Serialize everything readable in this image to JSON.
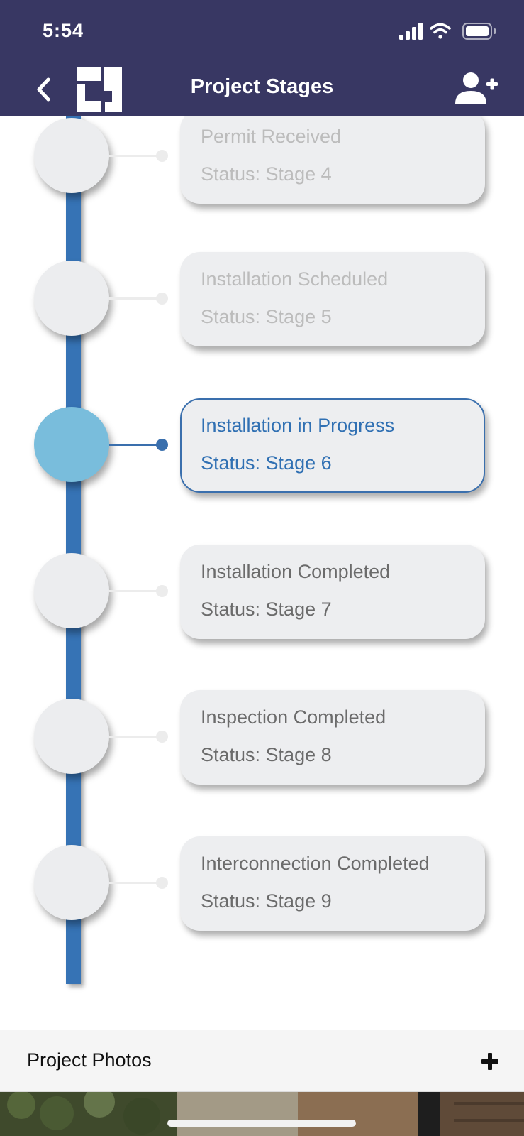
{
  "status_bar": {
    "time": "5:54"
  },
  "nav": {
    "title": "Project Stages"
  },
  "stages": [
    {
      "title": "Permit Received",
      "status": "Status: Stage 4",
      "state": "muted"
    },
    {
      "title": "Installation Scheduled",
      "status": "Status: Stage 5",
      "state": "muted"
    },
    {
      "title": "Installation in Progress",
      "status": "Status: Stage 6",
      "state": "active"
    },
    {
      "title": "Installation Completed",
      "status": "Status: Stage 7",
      "state": "upcoming"
    },
    {
      "title": "Inspection Completed",
      "status": "Status: Stage 8",
      "state": "upcoming"
    },
    {
      "title": "Interconnection Completed",
      "status": "Status: Stage 9",
      "state": "upcoming"
    }
  ],
  "photos": {
    "label": "Project Photos"
  },
  "colors": {
    "header": "#383763",
    "timeline": "#3673b5",
    "active_node": "#79bddc",
    "active_text": "#3070b3",
    "card": "#edeef0"
  },
  "icons": {
    "back": "chevron-left-icon",
    "logo": "company-logo",
    "add_user": "add-user-icon",
    "add": "plus-icon"
  }
}
